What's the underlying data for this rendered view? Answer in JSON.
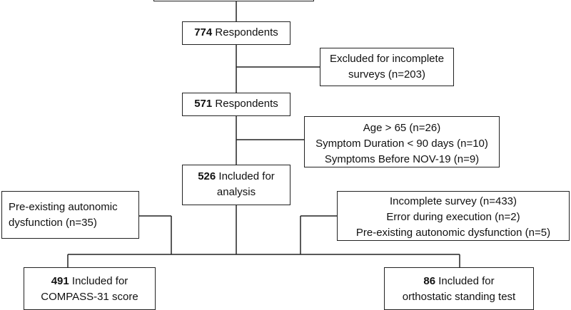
{
  "flowchart": {
    "respondents_774": {
      "count": "774",
      "label": "Respondents"
    },
    "excluded_incomplete": {
      "lines": [
        "Excluded for incomplete",
        "surveys (n=203)"
      ]
    },
    "respondents_571": {
      "count": "571",
      "label": "Respondents"
    },
    "exclusions_age": {
      "lines": [
        "Age > 65 (n=26)",
        "Symptom Duration < 90 days (n=10)",
        "Symptoms Before NOV-19 (n=9)"
      ]
    },
    "included_analysis": {
      "count": "526",
      "label_line1": "Included for",
      "label_line2": "analysis"
    },
    "preexisting": {
      "lines": [
        "Pre-existing autonomic",
        "dysfunction (n=35)"
      ]
    },
    "exclusions_standing": {
      "lines": [
        "Incomplete survey (n=433)",
        "Error during execution (n=2)",
        "Pre-existing autonomic dysfunction (n=5)"
      ]
    },
    "compass": {
      "count": "491",
      "label_line1": "Included for",
      "label_line2": "COMPASS-31 score"
    },
    "orthostatic": {
      "count": "86",
      "label_line1": "Included for",
      "label_line2": "orthostatic standing test"
    }
  }
}
